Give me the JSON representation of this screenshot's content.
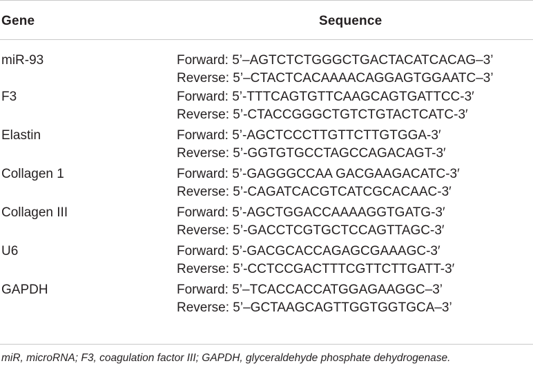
{
  "header": {
    "gene": "Gene",
    "sequence": "Sequence"
  },
  "rows": [
    {
      "gene": "miR-93",
      "forward": "Forward: 5’–AGTCTCTGGGCTGACTACATCACAG–3’",
      "reverse": "Reverse: 5’–CTACTCACAAAACAGGAGTGGAATC–3’"
    },
    {
      "gene": "F3",
      "forward": "Forward: 5’-TTTCAGTGTTCAAGCAGTGATTCC-3′",
      "reverse": "Reverse: 5’-CTACCGGGCTGTCTGTACTCATC-3′"
    },
    {
      "gene": "Elastin",
      "forward": "Forward: 5’-AGCTCCCTTGTTCTTGTGGA-3′",
      "reverse": "Reverse: 5’-GGTGTGCCTAGCCAGACAGT-3′"
    },
    {
      "gene": "Collagen 1",
      "forward": "Forward: 5’-GAGGGCCAA GACGAAGACATC-3′",
      "reverse": "Reverse: 5’-CAGATCACGTCATCGCACAAC-3′"
    },
    {
      "gene": "Collagen III",
      "forward": "Forward: 5’-AGCTGGACCAAAAGGTGATG-3′",
      "reverse": "Reverse: 5’-GACCTCGTGCTCCAGTTAGC-3′"
    },
    {
      "gene": "U6",
      "forward": "Forward: 5’-GACGCACCAGAGCGAAAGC-3′",
      "reverse": "Reverse: 5’-CCTCCGACTTTCGTTCTTGATT-3′"
    },
    {
      "gene": "GAPDH",
      "forward": "Forward: 5’–TCACCACCATGGAGAAGGC–3’",
      "reverse": "Reverse: 5’–GCTAAGCAGTTGGTGGTGCA–3’"
    }
  ],
  "footnote": "miR, microRNA; F3, coagulation factor III; GAPDH, glyceraldehyde phosphate dehydrogenase."
}
